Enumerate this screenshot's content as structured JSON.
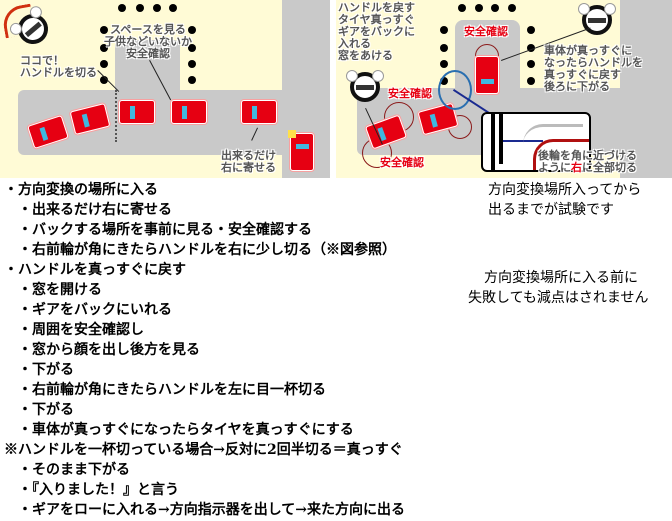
{
  "diagram_left": {
    "label_turn": [
      "ココで！",
      "ハンドルを切る"
    ],
    "label_space": [
      "スペースを見る",
      "子供などいないか",
      "安全確認"
    ],
    "label_right": [
      "出来るだけ",
      "右に寄せる"
    ]
  },
  "diagram_right": {
    "label_steps": [
      "ハンドルを戻す",
      "タイヤ真っすぐ",
      "ギアをバックに",
      "入れる",
      "窓をあける"
    ],
    "label_safety": "安全確認",
    "label_straight": [
      "車体が真っすぐに",
      "なったらハンドルを",
      "真っすぐに戻す",
      "後ろに下がる"
    ],
    "label_inset": [
      "後輪を角に近づける",
      "ように",
      "右",
      "に全部切る"
    ]
  },
  "steps": [
    "・方向変換の場所に入る",
    "　・出来るだけ右に寄せる",
    "　・バックする場所を事前に見る・安全確認する",
    "　・右前輪が角にきたらハンドルを右に少し切る（※図参照）",
    "・ハンドルを真っすぐに戻す",
    "　・窓を開ける",
    "　・ギアをバックにいれる",
    "　・周囲を安全確認し",
    "　・窓から顔を出し後方を見る",
    "　・下がる",
    "　・右前輪が角にきたらハンドルを左に目一杯切る",
    "　・下がる",
    "　・車体が真っすぐになったらタイヤを真っすぐにする",
    "※ハンドルを一杯切っている場合→反対に2回半切る＝真っすぐ",
    "　・そのまま下がる",
    "　・『入りました！』と言う",
    "　・ギアをローに入れる→方向指示器を出して→来た方向に出る"
  ],
  "notes": {
    "exam_scope": [
      "方向変換場所入ってから",
      "出るまでが試験です"
    ],
    "no_penalty": [
      "方向変換場所に入る前に",
      "失敗しても減点はされません"
    ]
  }
}
